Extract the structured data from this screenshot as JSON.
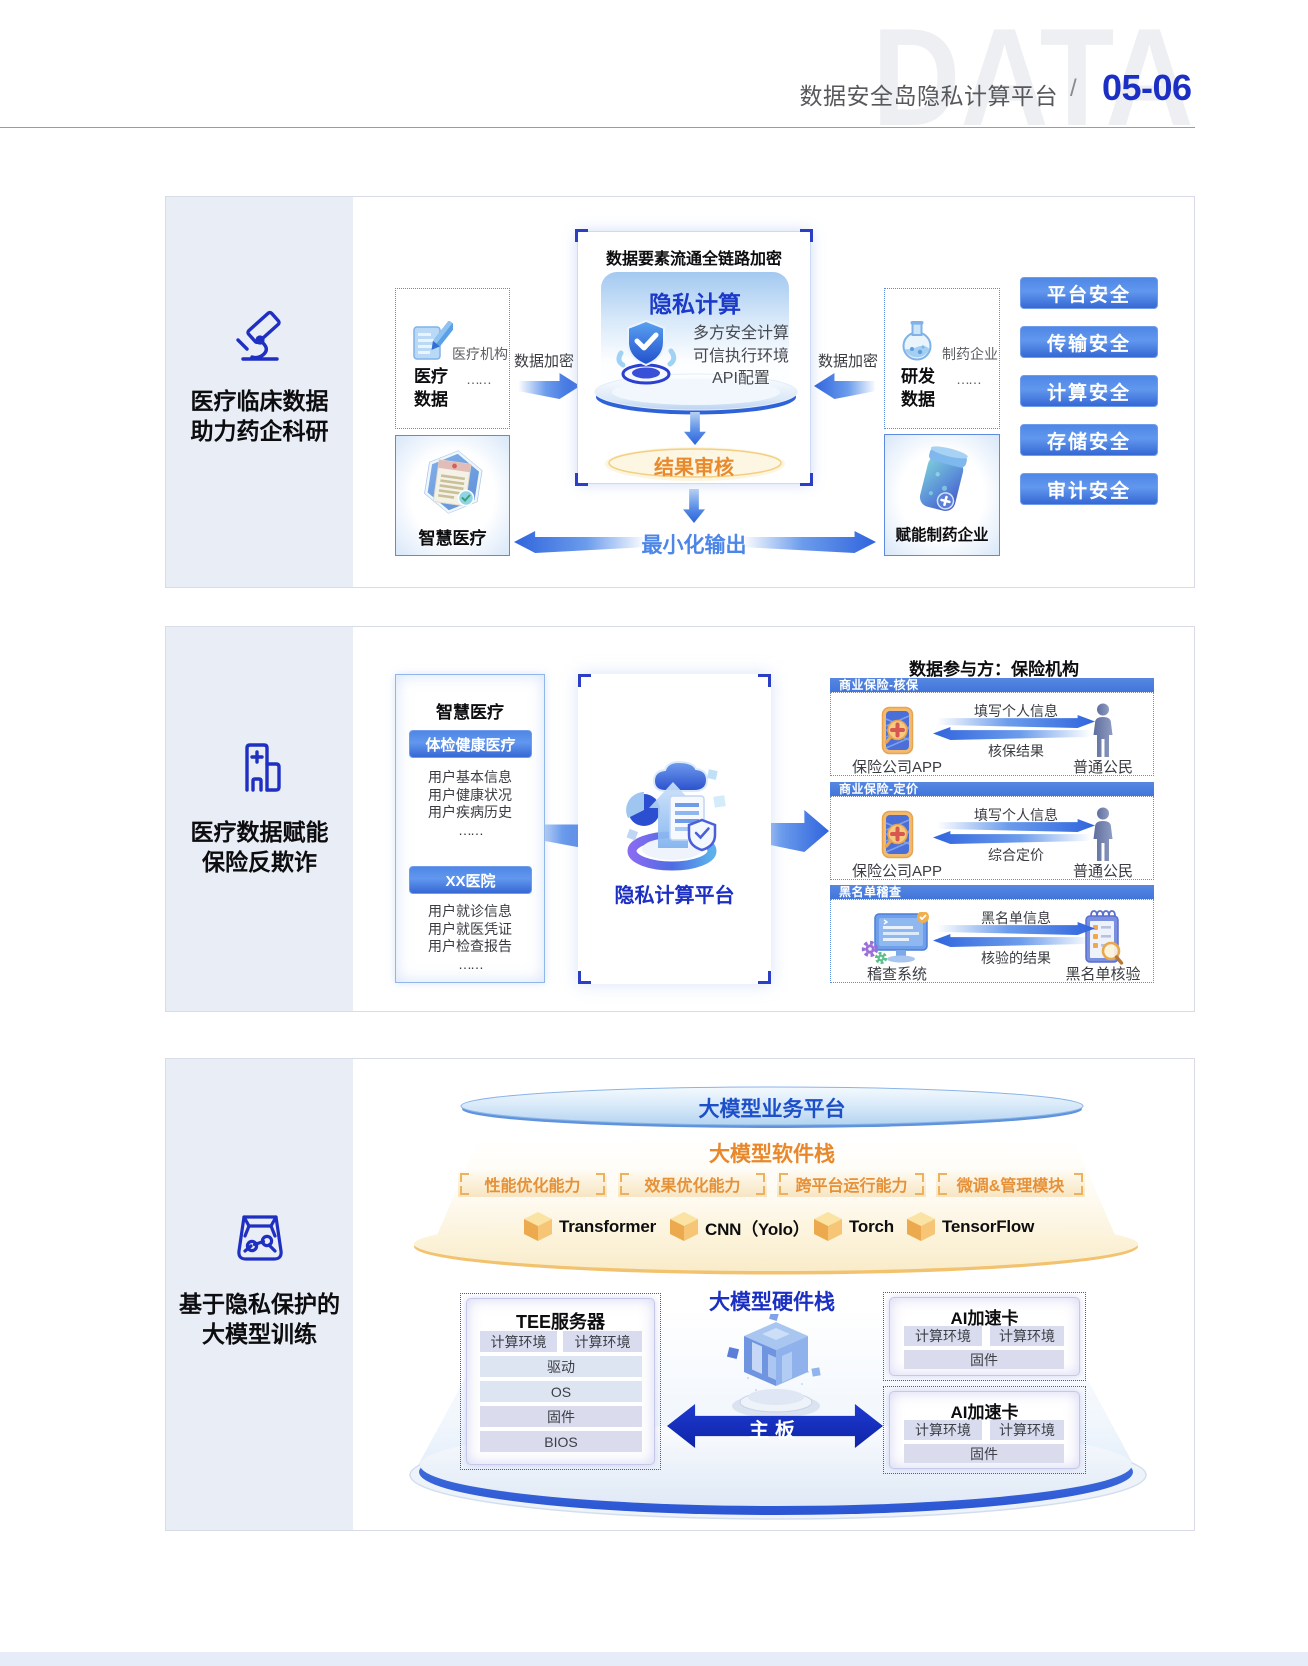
{
  "header": {
    "watermark": "DATA",
    "title": "数据安全岛隐私计算平台",
    "separator": "/",
    "page_number": "05-06"
  },
  "colors": {
    "accent_blue": "#2f6ce0",
    "dark_blue": "#1b2fc4",
    "orange": "#e8892b"
  },
  "sections": [
    {
      "sidebar_title_line1": "医疗临床数据",
      "sidebar_title_line2": "助力药企科研",
      "medical_box": {
        "org": "医疗机构",
        "dots": "……",
        "label_line1": "医疗",
        "label_line2": "数据"
      },
      "encrypt_left": "数据加密",
      "encrypt_right": "数据加密",
      "center": {
        "title": "数据要素流通全链路加密",
        "name": "隐私计算",
        "features": [
          "多方安全计算",
          "可信执行环境",
          "API配置"
        ],
        "review": "结果审核"
      },
      "rd_box": {
        "org": "制药企业",
        "dots": "……",
        "label_line1": "研发",
        "label_line2": "数据"
      },
      "smart_box_label": "智慧医疗",
      "pharma_box_label": "赋能制药企业",
      "min_output": "最小化输出",
      "security_buttons": [
        "平台安全",
        "传输安全",
        "计算安全",
        "存储安全",
        "审计安全"
      ]
    },
    {
      "sidebar_title_line1": "医疗数据赋能",
      "sidebar_title_line2": "保险反欺诈",
      "source_panel": {
        "title": "智慧医疗",
        "group1_button": "体检健康医疗",
        "group1_items": [
          "用户基本信息",
          "用户健康状况",
          "用户疾病历史",
          "……"
        ],
        "group2_button": "XX医院",
        "group2_items": [
          "用户就诊信息",
          "用户就医凭证",
          "用户检查报告",
          "……"
        ]
      },
      "platform_label": "隐私计算平台",
      "participants": "数据参与方：保险机构",
      "groups": [
        {
          "header": "商业保险-核保",
          "top_label": "填写个人信息",
          "bottom_label": "核保结果",
          "left_label": "保险公司APP",
          "right_label": "普通公民"
        },
        {
          "header": "商业保险-定价",
          "top_label": "填写个人信息",
          "bottom_label": "综合定价",
          "left_label": "保险公司APP",
          "right_label": "普通公民"
        },
        {
          "header": "黑名单稽查",
          "top_label": "黑名单信息",
          "bottom_label": "核验的结果",
          "left_label": "稽查系统",
          "right_label": "黑名单核验"
        }
      ]
    },
    {
      "sidebar_title_line1": "基于隐私保护的",
      "sidebar_title_line2": "大模型训练",
      "business_platform": "大模型业务平台",
      "software_title": "大模型软件栈",
      "capabilities": [
        "性能优化能力",
        "效果优化能力",
        "跨平台运行能力",
        "微调&管理模块"
      ],
      "frameworks": [
        "Transformer",
        "CNN（Yolo）",
        "Torch",
        "TensorFlow"
      ],
      "hardware_title": "大模型硬件栈",
      "tee": {
        "title": "TEE服务器",
        "cell1": "计算环境",
        "cell2": "计算环境",
        "rows": [
          "驱动",
          "OS",
          "固件",
          "BIOS"
        ]
      },
      "mainboard": "主板",
      "cards": [
        {
          "title": "AI加速卡",
          "cell1": "计算环境",
          "cell2": "计算环境",
          "row": "固件"
        },
        {
          "title": "AI加速卡",
          "cell1": "计算环境",
          "cell2": "计算环境",
          "row": "固件"
        }
      ]
    }
  ]
}
